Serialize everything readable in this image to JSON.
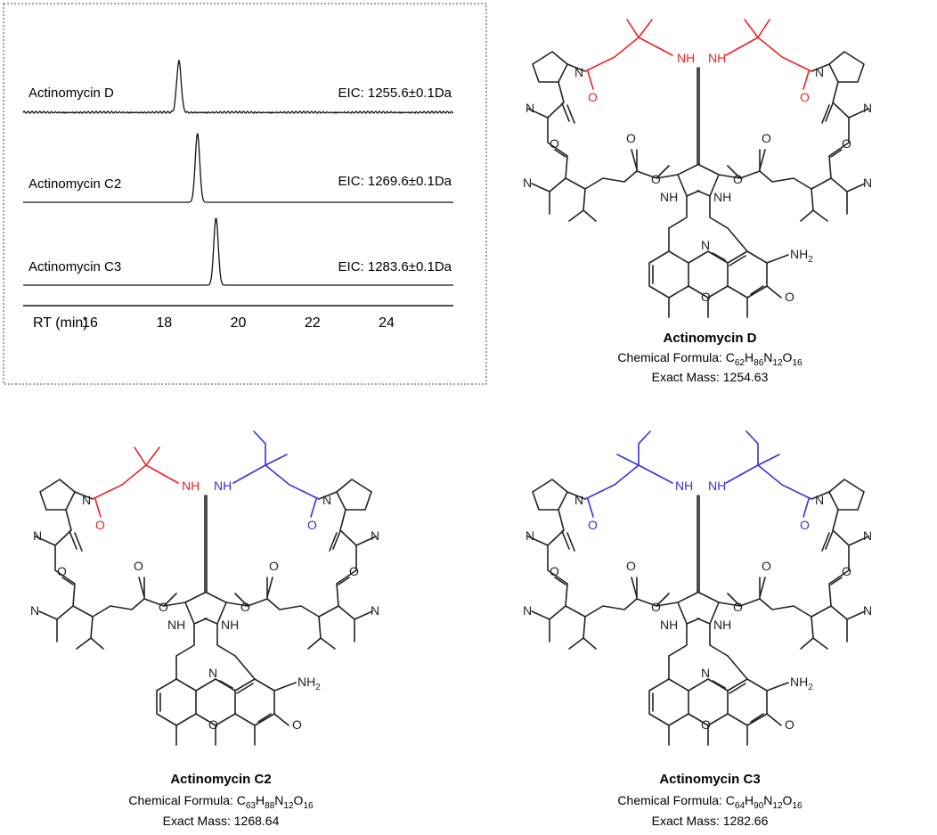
{
  "chromatogram": {
    "traces": [
      {
        "name": "Actinomycin D",
        "eic": "EIC: 1255.6±0.1Da",
        "peak_rt": 18.4
      },
      {
        "name": "Actinomycin C2",
        "eic": "EIC: 1269.6±0.1Da",
        "peak_rt": 18.9
      },
      {
        "name": "Actinomycin C3",
        "eic": "EIC: 1283.6±0.1Da",
        "peak_rt": 19.4
      }
    ],
    "axis": {
      "label": "RT (min)",
      "ticks": [
        16,
        18,
        20,
        22,
        24
      ],
      "xlim": [
        14.2,
        25.8
      ]
    }
  },
  "structures": [
    {
      "name": "Actinomycin D",
      "formula_label": "Chemical Formula: ",
      "formula": "C62H86N12O16",
      "mass_label": "Exact Mass: ",
      "mass": "1254.63"
    },
    {
      "name": "Actinomycin C2",
      "formula_label": "Chemical Formula: ",
      "formula": "C63H88N12O16",
      "mass_label": "Exact Mass: ",
      "mass": "1268.64"
    },
    {
      "name": "Actinomycin C3",
      "formula_label": "Chemical Formula: ",
      "formula": "C64H90N12O16",
      "mass_label": "Exact Mass: ",
      "mass": "1282.66"
    }
  ],
  "atom_labels": {
    "nitrogen": "N",
    "oxygen": "O",
    "amide_nh": "NH",
    "amine": "NH2"
  },
  "colors": {
    "valine_highlight": "#ee2222",
    "isoleucine_highlight": "#3333dd",
    "bond": "#222222"
  }
}
